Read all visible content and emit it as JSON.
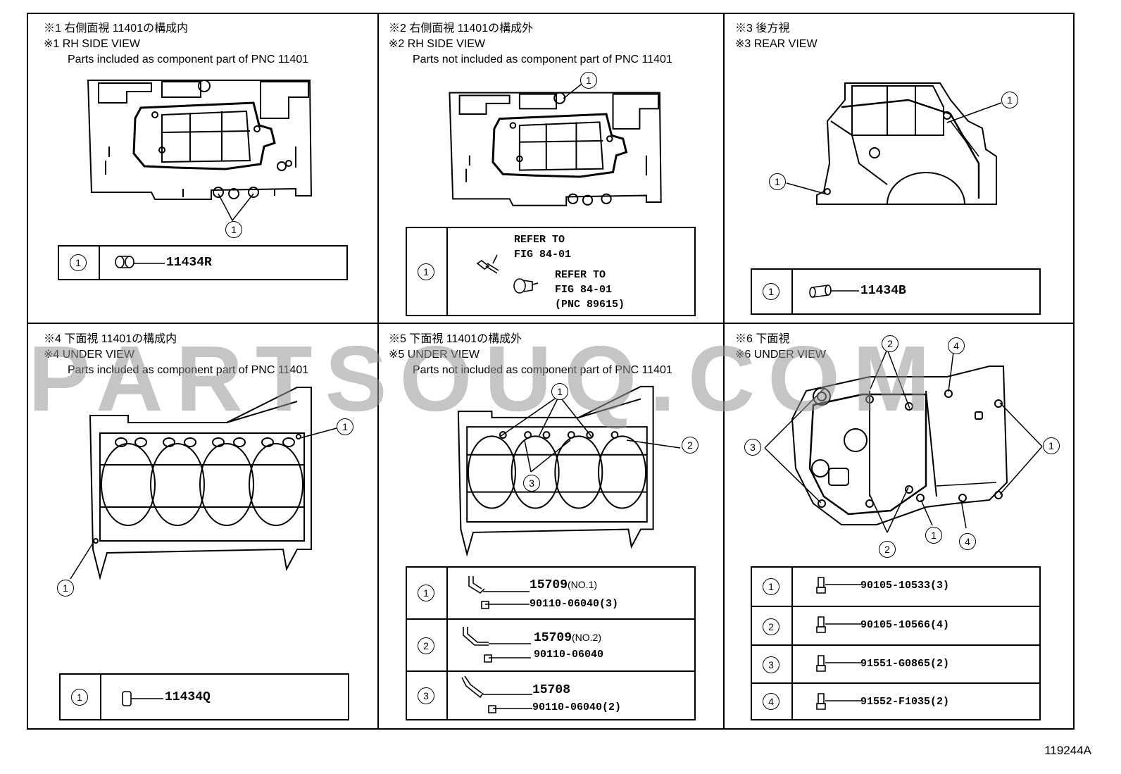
{
  "panels": [
    {
      "cap1": "※1 右側面視 11401の構成内",
      "cap2": "※1 RH SIDE VIEW",
      "cap3": "Parts included as component part of PNC 11401"
    },
    {
      "cap1": "※2 右側面視 11401の構成外",
      "cap2": "※2 RH SIDE VIEW",
      "cap3": "Parts not included as component part of PNC 11401"
    },
    {
      "cap1": "※3 後方視",
      "cap2": "※3 REAR VIEW",
      "cap3": ""
    },
    {
      "cap1": "※4 下面視 11401の構成内",
      "cap2": "※4 UNDER VIEW",
      "cap3": "Parts included as component part of PNC 11401"
    },
    {
      "cap1": "※5 下面視 11401の構成外",
      "cap2": "※5 UNDER VIEW",
      "cap3": "Parts not included as component part of PNC 11401"
    },
    {
      "cap1": "※6 下面視",
      "cap2": "※6 UNDER VIEW",
      "cap3": ""
    }
  ],
  "markers": {
    "one": "1",
    "two": "2",
    "three": "3",
    "four": "4"
  },
  "p1_part": "11434R",
  "p2_refer1": "REFER TO\nFIG 84-01",
  "p2_refer2": "REFER TO\nFIG 84-01\n(PNC 89615)",
  "p3_part": "11434B",
  "p4_part": "11434Q",
  "p5_rows": [
    {
      "part": "15709",
      "note": "(NO.1)",
      "bolt": "90110-06040(3)"
    },
    {
      "part": "15709",
      "note": "(NO.2)",
      "bolt": "90110-06040"
    },
    {
      "part": "15708",
      "note": "",
      "bolt": "90110-06040(2)"
    }
  ],
  "p6_rows": [
    {
      "bolt": "90105-10533(3)"
    },
    {
      "bolt": "90105-10566(4)"
    },
    {
      "bolt": "91551-G0865(2)"
    },
    {
      "bolt": "91552-F1035(2)"
    }
  ],
  "watermark": "PARTSOUQ.COM",
  "doc_id": "119244A"
}
